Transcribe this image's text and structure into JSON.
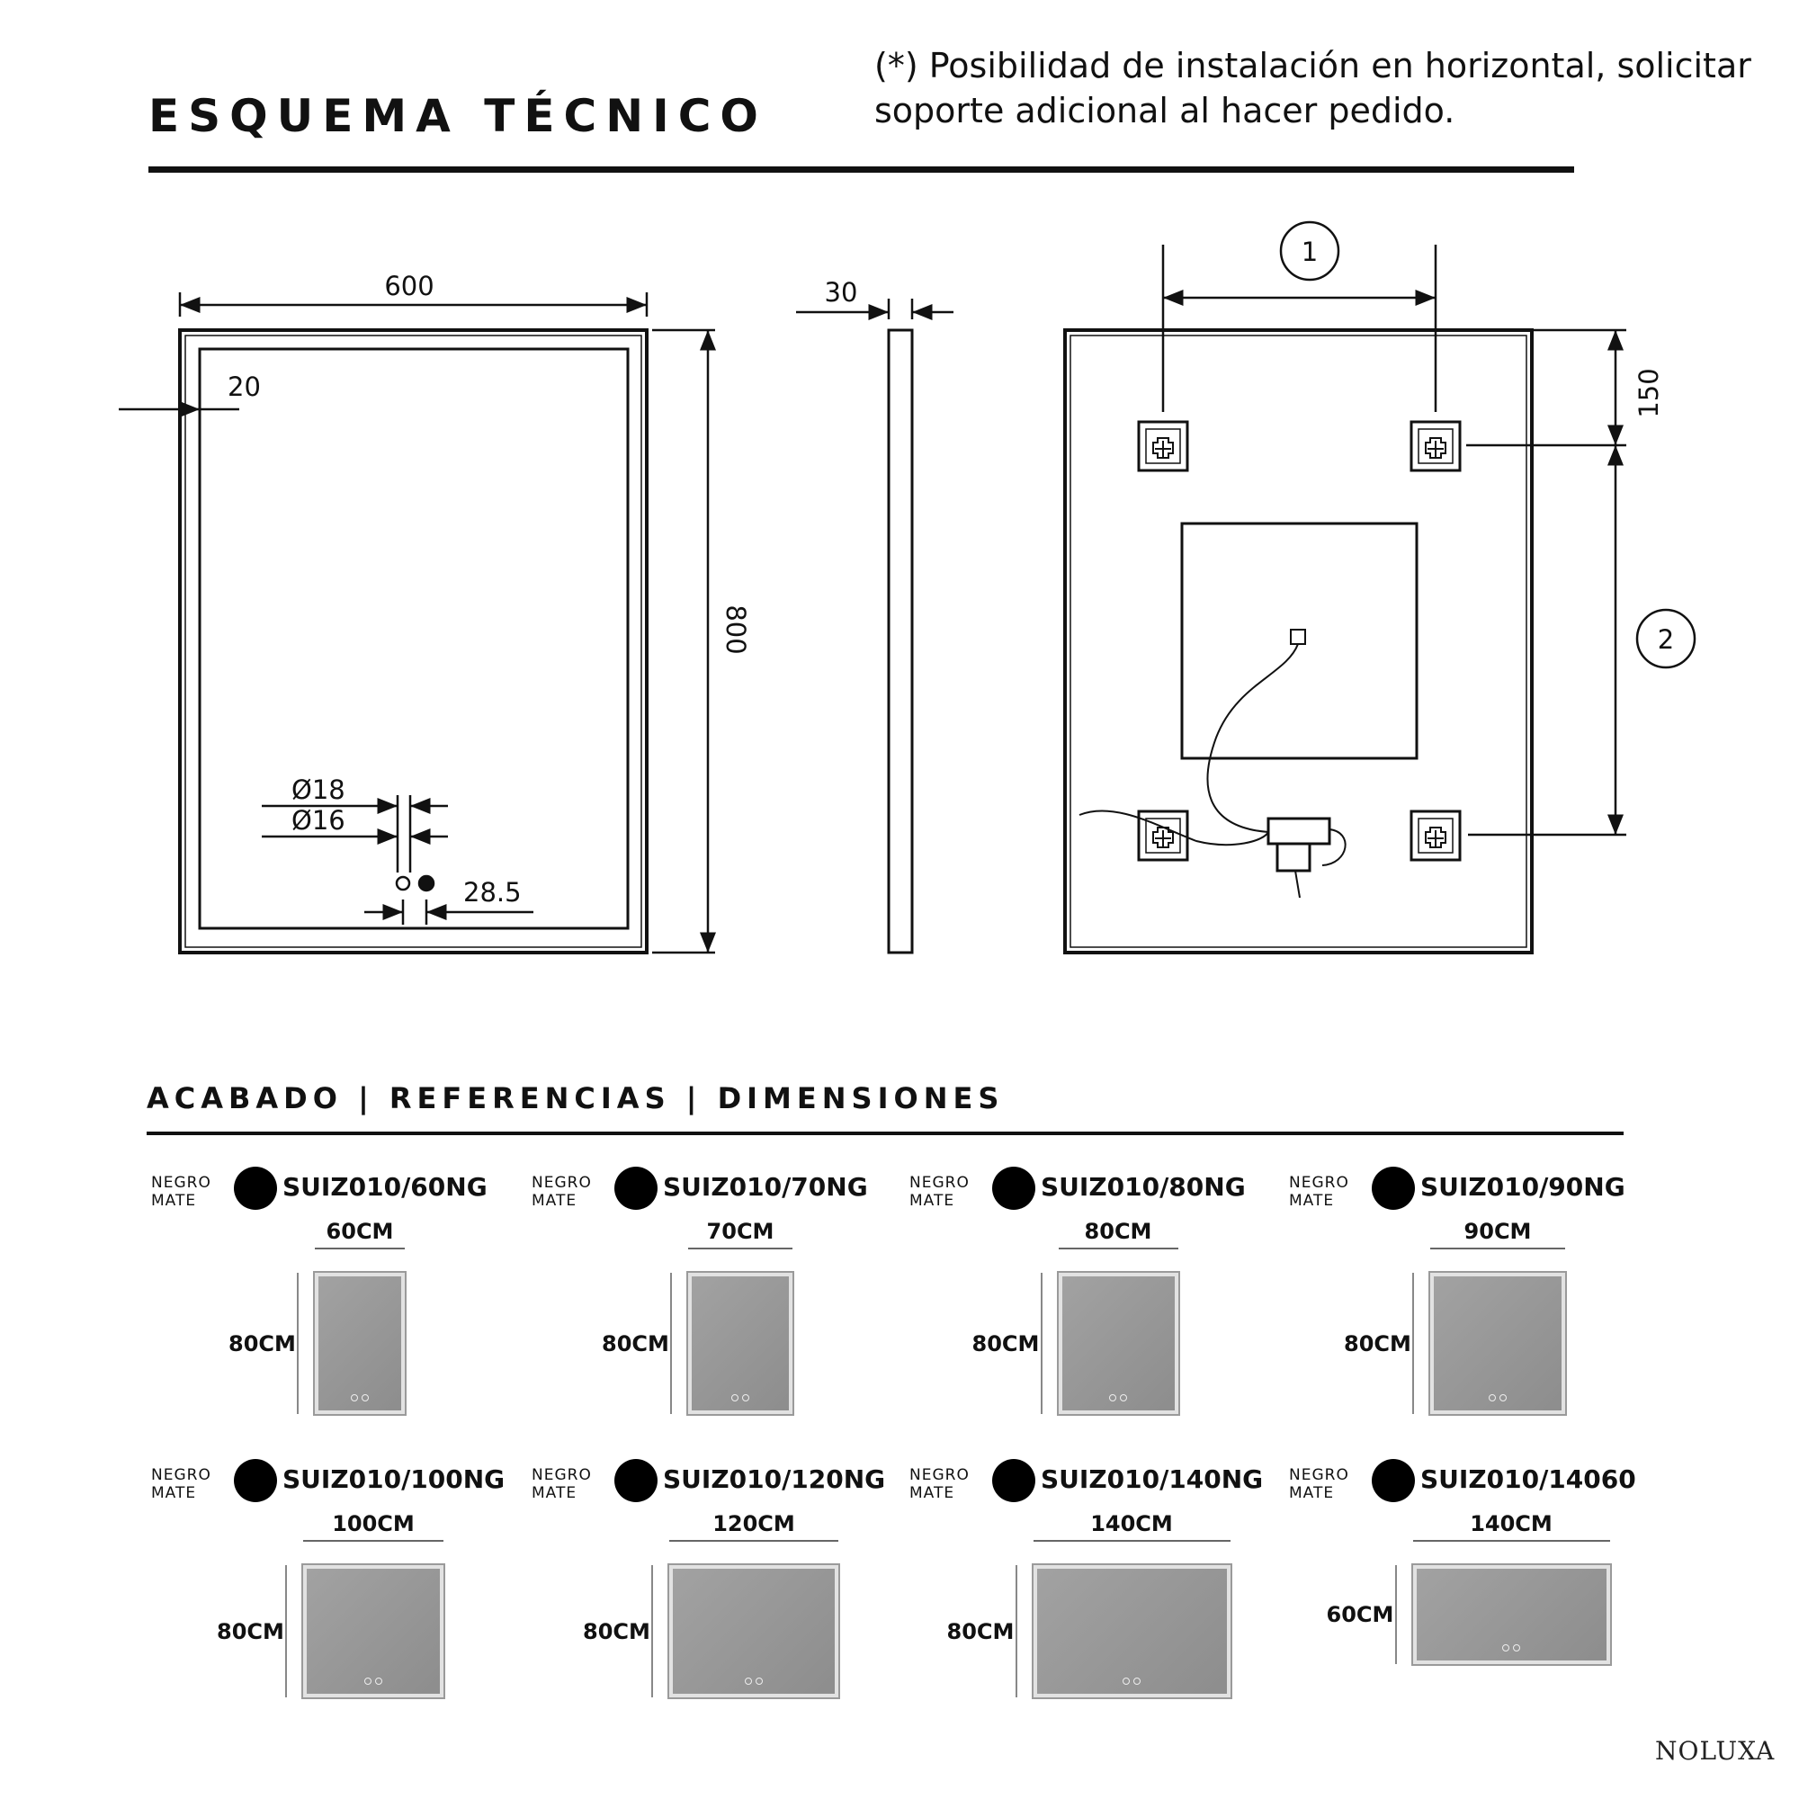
{
  "header": {
    "title": "ESQUEMA TÉCNICO",
    "note": "(*) Posibilidad de instalación en horizontal, solicitar soporte adicional al hacer pedido."
  },
  "drawing": {
    "front": {
      "width": "600",
      "height": "800",
      "border": "20",
      "d18": "Ø18",
      "d16": "Ø16",
      "spacing": "28.5"
    },
    "side": {
      "depth": "30"
    },
    "back": {
      "callout1": "1",
      "callout2": "2",
      "top_offset": "150"
    }
  },
  "section2": {
    "title": "ACABADO | REFERENCIAS | DIMENSIONES"
  },
  "products": [
    {
      "finish_line1": "NEGRO",
      "finish_line2": "MATE",
      "ref": "SUIZ010/60NG",
      "width_label": "60CM",
      "height_label": "80CM",
      "w": 60,
      "h": 80
    },
    {
      "finish_line1": "NEGRO",
      "finish_line2": "MATE",
      "ref": "SUIZ010/70NG",
      "width_label": "70CM",
      "height_label": "80CM",
      "w": 70,
      "h": 80
    },
    {
      "finish_line1": "NEGRO",
      "finish_line2": "MATE",
      "ref": "SUIZ010/80NG",
      "width_label": "80CM",
      "height_label": "80CM",
      "w": 80,
      "h": 80
    },
    {
      "finish_line1": "NEGRO",
      "finish_line2": "MATE",
      "ref": "SUIZ010/90NG",
      "width_label": "90CM",
      "height_label": "80CM",
      "w": 90,
      "h": 80
    },
    {
      "finish_line1": "NEGRO",
      "finish_line2": "MATE",
      "ref": "SUIZ010/100NG",
      "width_label": "100CM",
      "height_label": "80CM",
      "w": 100,
      "h": 80
    },
    {
      "finish_line1": "NEGRO",
      "finish_line2": "MATE",
      "ref": "SUIZ010/120NG",
      "width_label": "120CM",
      "height_label": "80CM",
      "w": 120,
      "h": 80
    },
    {
      "finish_line1": "NEGRO",
      "finish_line2": "MATE",
      "ref": "SUIZ010/140NG",
      "width_label": "140CM",
      "height_label": "80CM",
      "w": 140,
      "h": 80
    },
    {
      "finish_line1": "NEGRO",
      "finish_line2": "MATE",
      "ref": "SUIZ010/14060",
      "width_label": "140CM",
      "height_label": "60CM",
      "w": 140,
      "h": 60
    }
  ],
  "footer": {
    "brand": "NOLUXA"
  }
}
